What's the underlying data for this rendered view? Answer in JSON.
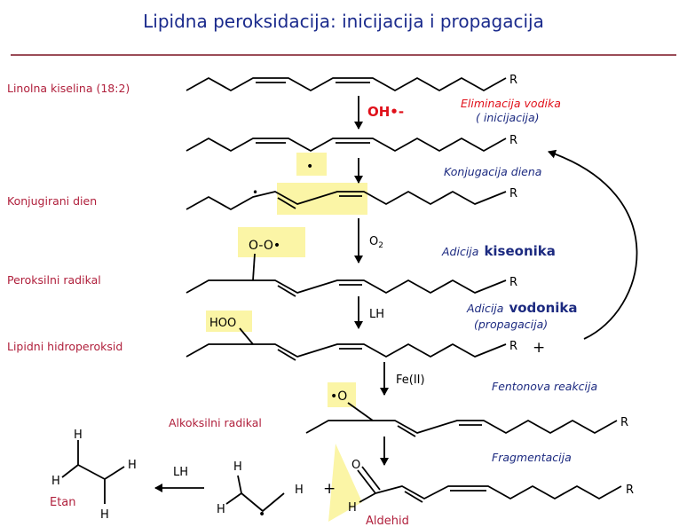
{
  "title": "Lipidna peroksidacija: inicijacija i propagacija",
  "colors": {
    "title": "#1a2a8c",
    "rule": "#7a1020",
    "label": "#b0203c",
    "step": "#1c2a80",
    "red": "#e0101a",
    "highlight": "#fbf5a6",
    "bond": "#000000"
  },
  "labels": {
    "linoleic": "Linolna kiselina (18:2)",
    "conjugated_diene": "Konjugirani dien",
    "peroxyl": "Peroksilni radikal",
    "hydroperoxide": "Lipidni hidroperoksid",
    "alkoxyl": "Alkoksilni radikal",
    "ethane": "Etan",
    "aldehyde": "Aldehid"
  },
  "steps": {
    "elimination": "Eliminacija vodika",
    "initiation": "( inicijacija)",
    "conjugation": "Konjugacija diena",
    "oxygen_prefix": "Adicija",
    "oxygen_word": "kiseonika",
    "hydrogen_prefix": "Adicija",
    "hydrogen_word": "vodonika",
    "propagation": "(propagacija)",
    "fenton": "Fentonova reakcija",
    "fragmentation": "Fragmentacija"
  },
  "reagents": {
    "oh": "OH•-",
    "o2": "O",
    "o2_sub": "2",
    "lh1": "LH",
    "fe": "Fe(II)",
    "lh2": "LH"
  },
  "chem": {
    "R": "R",
    "plus": "+",
    "radical_dot": "•",
    "peroxyl_group": "O-O•",
    "hoo": "HOO",
    "alkoxy": "•O",
    "O": "O",
    "H": "H"
  }
}
